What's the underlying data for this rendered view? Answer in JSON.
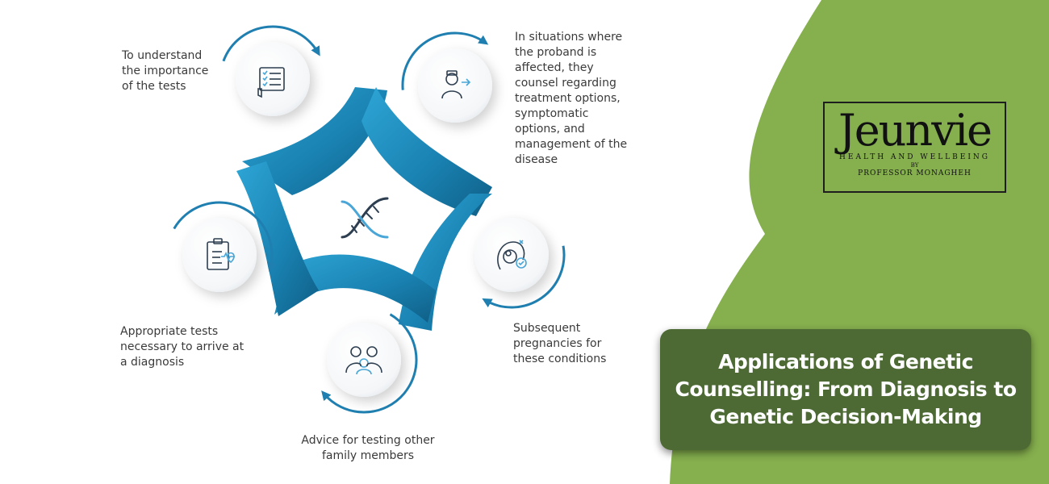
{
  "colors": {
    "green_bg": "#86b04e",
    "banner_bg": "#4d6a34",
    "ribbon_dark": "#0f5f86",
    "ribbon_mid": "#1a83b3",
    "ribbon_light": "#2ea6d6",
    "arrow": "#1f7fb0",
    "icon_stroke": "#2d3e50",
    "icon_accent": "#4aa6d6"
  },
  "diagram": {
    "center_icon": "dna-icon",
    "nodes": [
      {
        "id": "tests-importance",
        "icon": "checklist-hand-icon",
        "label": "To understand the importance of the tests"
      },
      {
        "id": "proband",
        "icon": "patient-doctor-icon",
        "label": "In situations where the proband is affected, they counsel regarding treatment options, symptomatic options, and management of the disease"
      },
      {
        "id": "pregnancies",
        "icon": "fetus-icon",
        "label": "Subsequent pregnancies for these conditions"
      },
      {
        "id": "family",
        "icon": "family-icon",
        "label": "Advice for testing other family members"
      },
      {
        "id": "diagnosis",
        "icon": "clipboard-heart-icon",
        "label": "Appropriate tests necessary to arrive at a diagnosis"
      }
    ]
  },
  "logo": {
    "name": "Jeunvie",
    "tagline": "HEALTH AND WELLBEING",
    "by": "BY",
    "author": "PROFESSOR MONAGHEH"
  },
  "banner": {
    "title": "Applications of Genetic Counselling: From Diagnosis to Genetic Decision-Making"
  }
}
